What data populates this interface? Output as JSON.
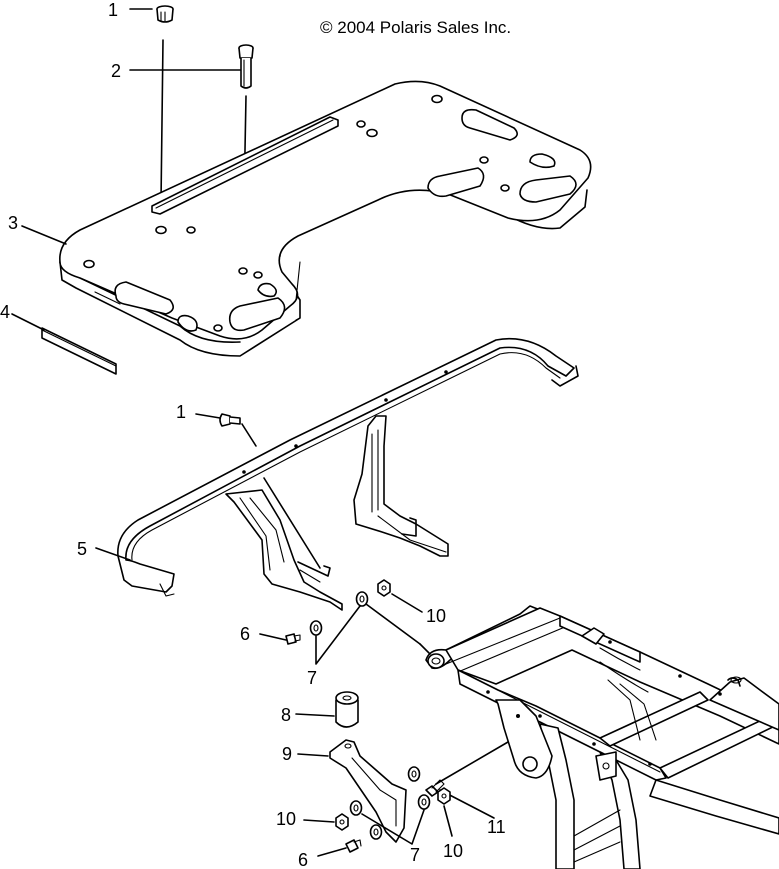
{
  "copyright": "© 2004 Polaris Sales Inc.",
  "callouts": {
    "c1a": "1",
    "c2": "2",
    "c3": "3",
    "c4": "4",
    "c1b": "1",
    "c5": "5",
    "c6a": "6",
    "c7a": "7",
    "c10a": "10",
    "c8": "8",
    "c9": "9",
    "c10b": "10",
    "c6b": "6",
    "c7b": "7",
    "c10c": "10",
    "c11": "11"
  }
}
